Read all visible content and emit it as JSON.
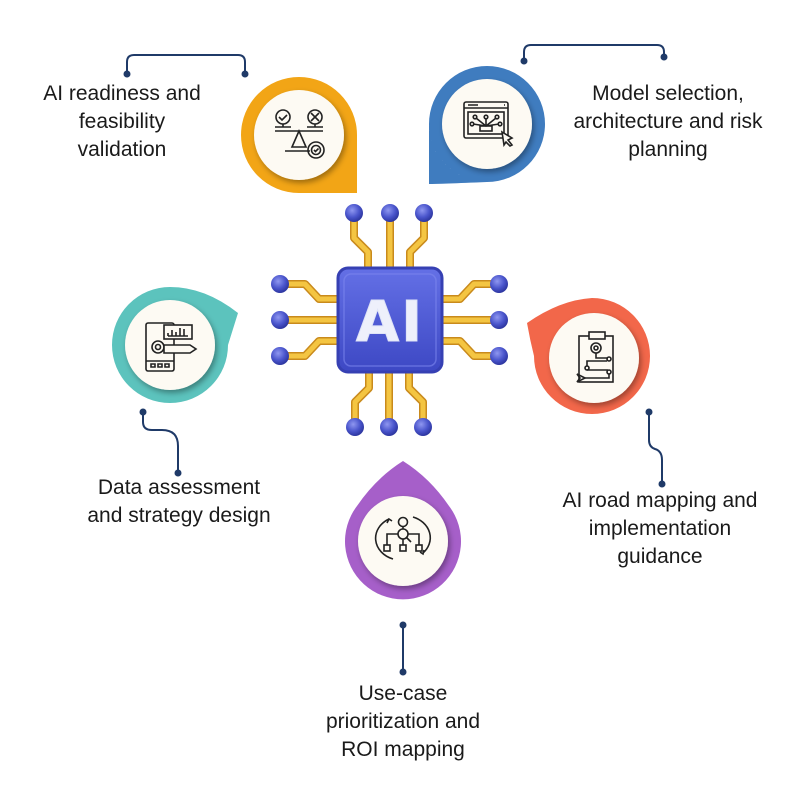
{
  "title": "AI consulting services",
  "center": {
    "chip_text": "AI",
    "chip_color": "#4f5bd5",
    "pin_color": "#f4c542",
    "ball_color": "#4a55cc"
  },
  "connector_color": "#1f3a68",
  "items": [
    {
      "id": "readiness",
      "lines": [
        "AI readiness and",
        "feasibility",
        "validation"
      ],
      "color": "#f2a516",
      "icon": "balance-scale-gear-icon"
    },
    {
      "id": "model",
      "lines": [
        "Model selection,",
        "architecture and risk",
        "planning"
      ],
      "color": "#3f7cbf",
      "icon": "browser-network-cursor-icon"
    },
    {
      "id": "data",
      "lines": [
        "Data assessment",
        "and strategy design"
      ],
      "color": "#5cc3bd",
      "icon": "tablet-chart-pencil-icon"
    },
    {
      "id": "roadmap",
      "lines": [
        "AI road mapping and",
        "implementation",
        "guidance"
      ],
      "color": "#f2674a",
      "icon": "clipboard-roadmap-icon"
    },
    {
      "id": "usecase",
      "lines": [
        "Use-case",
        "prioritization and",
        "ROI mapping"
      ],
      "color": "#a65fc9",
      "icon": "hierarchy-cycle-icon"
    }
  ]
}
